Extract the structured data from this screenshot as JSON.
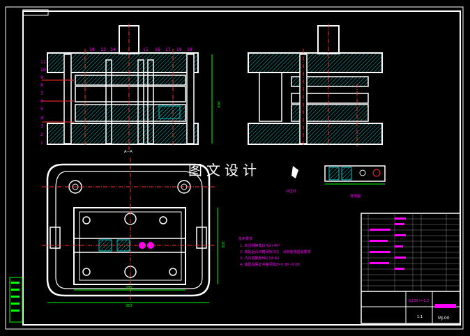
{
  "watermark": "图文设计",
  "part_numbers_top": [
    "18",
    "13",
    "14",
    "15",
    "16",
    "17",
    "18",
    "19"
  ],
  "part_numbers_left": [
    "11",
    "10",
    "9",
    "8",
    "7",
    "6",
    "5",
    "4",
    "3",
    "2",
    "1"
  ],
  "section_label": "A—A",
  "view_label_part": "冲压件",
  "view_label_strip": "排样图",
  "dim_height": "200",
  "dim_width_top": "360",
  "dim_width_plan": "280",
  "dim_height_plan": "200",
  "tech_title": "技术要求",
  "tech_lines": [
    "1. 未注明倒角均为2×45°",
    "2. 装配后凸凹模间隙均匀，间隙值按图纸要求",
    "3. 凸凹模硬度HRC58-62",
    "4. 装配后保证冲裁间隙Z=0.03~0.08"
  ],
  "title_scale": "1:1",
  "title_drawing_no": "MJ-00",
  "title_material": "Q235 t=1.2",
  "colors": {
    "frame": "#ffffff",
    "outline": "#ffffff",
    "hatch": "#00c8c8",
    "center": "#ff3030",
    "dim": "#00ff00",
    "label": "#ff00ff",
    "yellow": "#ffff00"
  }
}
